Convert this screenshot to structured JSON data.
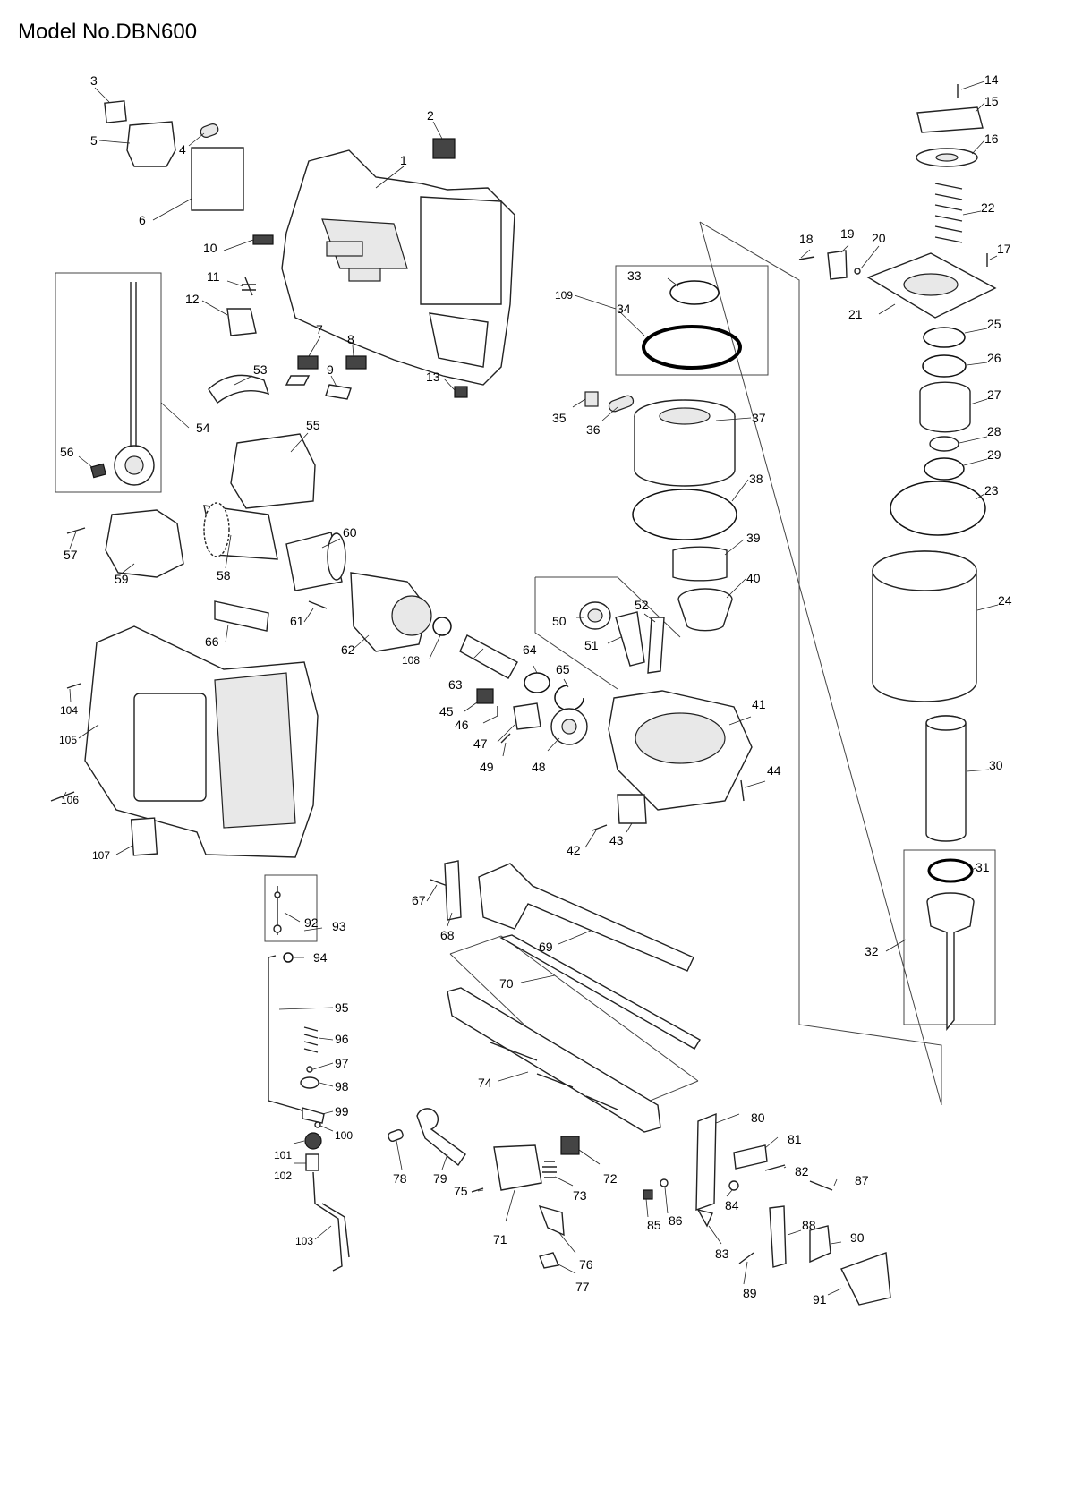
{
  "header": {
    "title": "Model No.DBN600"
  },
  "callouts": {
    "c1": "1",
    "c2": "2",
    "c3": "3",
    "c4": "4",
    "c5": "5",
    "c6": "6",
    "c7": "7",
    "c8": "8",
    "c9": "9",
    "c10": "10",
    "c11": "11",
    "c12": "12",
    "c13": "13",
    "c14": "14",
    "c15": "15",
    "c16": "16",
    "c17": "17",
    "c18": "18",
    "c19": "19",
    "c20": "20",
    "c21": "21",
    "c22": "22",
    "c23": "23",
    "c24": "24",
    "c25": "25",
    "c26": "26",
    "c27": "27",
    "c28": "28",
    "c29": "29",
    "c30": "30",
    "c31": "31",
    "c32": "32",
    "c33": "33",
    "c34": "34",
    "c35": "35",
    "c36": "36",
    "c37": "37",
    "c38": "38",
    "c39": "39",
    "c40": "40",
    "c41": "41",
    "c42": "42",
    "c43": "43",
    "c44": "44",
    "c45": "45",
    "c46": "46",
    "c47": "47",
    "c48": "48",
    "c49": "49",
    "c50": "50",
    "c51": "51",
    "c52": "52",
    "c53": "53",
    "c54": "54",
    "c55": "55",
    "c56": "56",
    "c57": "57",
    "c58": "58",
    "c59": "59",
    "c60": "60",
    "c61": "61",
    "c62": "62",
    "c63": "63",
    "c64": "64",
    "c65": "65",
    "c66": "66",
    "c67": "67",
    "c68": "68",
    "c69": "69",
    "c70": "70",
    "c71": "71",
    "c72": "72",
    "c73": "73",
    "c74": "74",
    "c75": "75",
    "c76": "76",
    "c77": "77",
    "c78": "78",
    "c79": "79",
    "c80": "80",
    "c81": "81",
    "c82": "82",
    "c83": "83",
    "c84": "84",
    "c85": "85",
    "c86": "86",
    "c87": "87",
    "c88": "88",
    "c89": "89",
    "c90": "90",
    "c91": "91",
    "c92": "92",
    "c93": "93",
    "c94": "94",
    "c95": "95",
    "c96": "96",
    "c97": "97",
    "c98": "98",
    "c99": "99",
    "c100": "100",
    "c101": "101",
    "c102": "102",
    "c103": "103",
    "c104": "104",
    "c105": "105",
    "c106": "106",
    "c107": "107",
    "c108": "108",
    "c109": "109"
  }
}
